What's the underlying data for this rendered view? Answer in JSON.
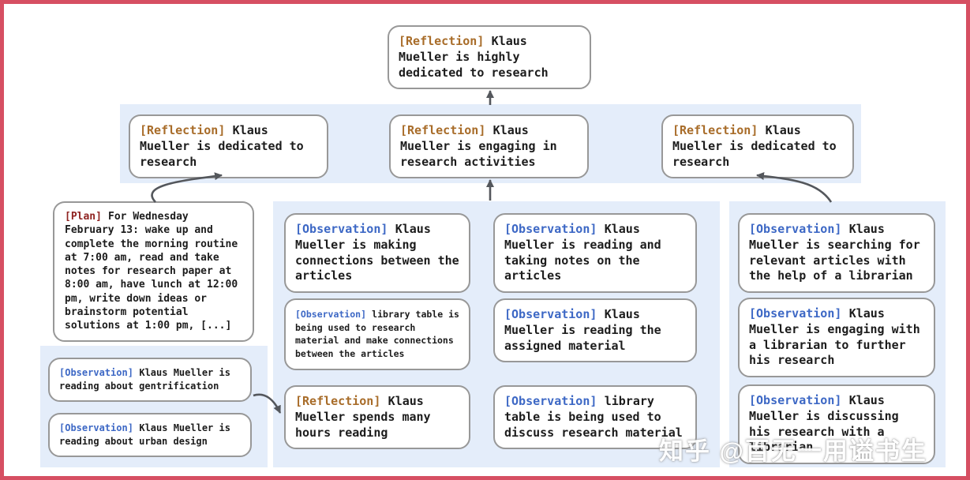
{
  "colors": {
    "frame_red": "#d64f62",
    "band_blue": "#e4edfa",
    "box_border": "#989898",
    "arrow_gray": "#54575c",
    "tag_reflection": "#a86c29",
    "tag_observation": "#3d68c5",
    "tag_plan": "#8f2321",
    "text_black": "#1c1c1c",
    "watermark_white": "#ffffff"
  },
  "watermark": "知乎 @百无一用谥书生",
  "nodes": {
    "root": {
      "tag": "[Reflection]",
      "text": "Klaus Mueller is highly dedicated to research"
    },
    "l2_left": {
      "tag": "[Reflection]",
      "text": "Klaus Mueller is dedicated to research"
    },
    "l2_mid": {
      "tag": "[Reflection]",
      "text": "Klaus Mueller is engaging in research activities"
    },
    "l2_right": {
      "tag": "[Reflection]",
      "text": "Klaus Mueller is dedicated to research"
    },
    "plan": {
      "tag": "[Plan]",
      "text": "For Wednesday February 13: wake up and complete the morning routine at 7:00 am, read and take notes for research paper at 8:00 am, have lunch at 12:00 pm, write down ideas or brainstorm potential solutions at 1:00 pm, [...]"
    },
    "obs_left_1": {
      "tag": "[Observation]",
      "text": "Klaus Mueller is reading about gentrification"
    },
    "obs_left_2": {
      "tag": "[Observation]",
      "text": "Klaus Mueller is reading about urban design"
    },
    "mid_a1": {
      "tag": "[Observation]",
      "text": "Klaus Mueller is making connections between the articles"
    },
    "mid_a2": {
      "tag": "[Observation]",
      "text": "library table is being used to research material and make connections between the articles"
    },
    "mid_a3": {
      "tag": "[Reflection]",
      "text": "Klaus Mueller spends many hours reading"
    },
    "mid_b1": {
      "tag": "[Observation]",
      "text": "Klaus Mueller is reading and taking notes on the articles"
    },
    "mid_b2": {
      "tag": "[Observation]",
      "text": "Klaus Mueller is reading the assigned material"
    },
    "mid_b3": {
      "tag": "[Observation]",
      "text": "library table is being used to discuss research material"
    },
    "right_1": {
      "tag": "[Observation]",
      "text": "Klaus Mueller is searching for relevant articles with the help of a librarian"
    },
    "right_2": {
      "tag": "[Observation]",
      "text": "Klaus Mueller is engaging with a librarian to further his research"
    },
    "right_3": {
      "tag": "[Observation]",
      "text": "Klaus Mueller is discussing his research with a librarian"
    }
  }
}
